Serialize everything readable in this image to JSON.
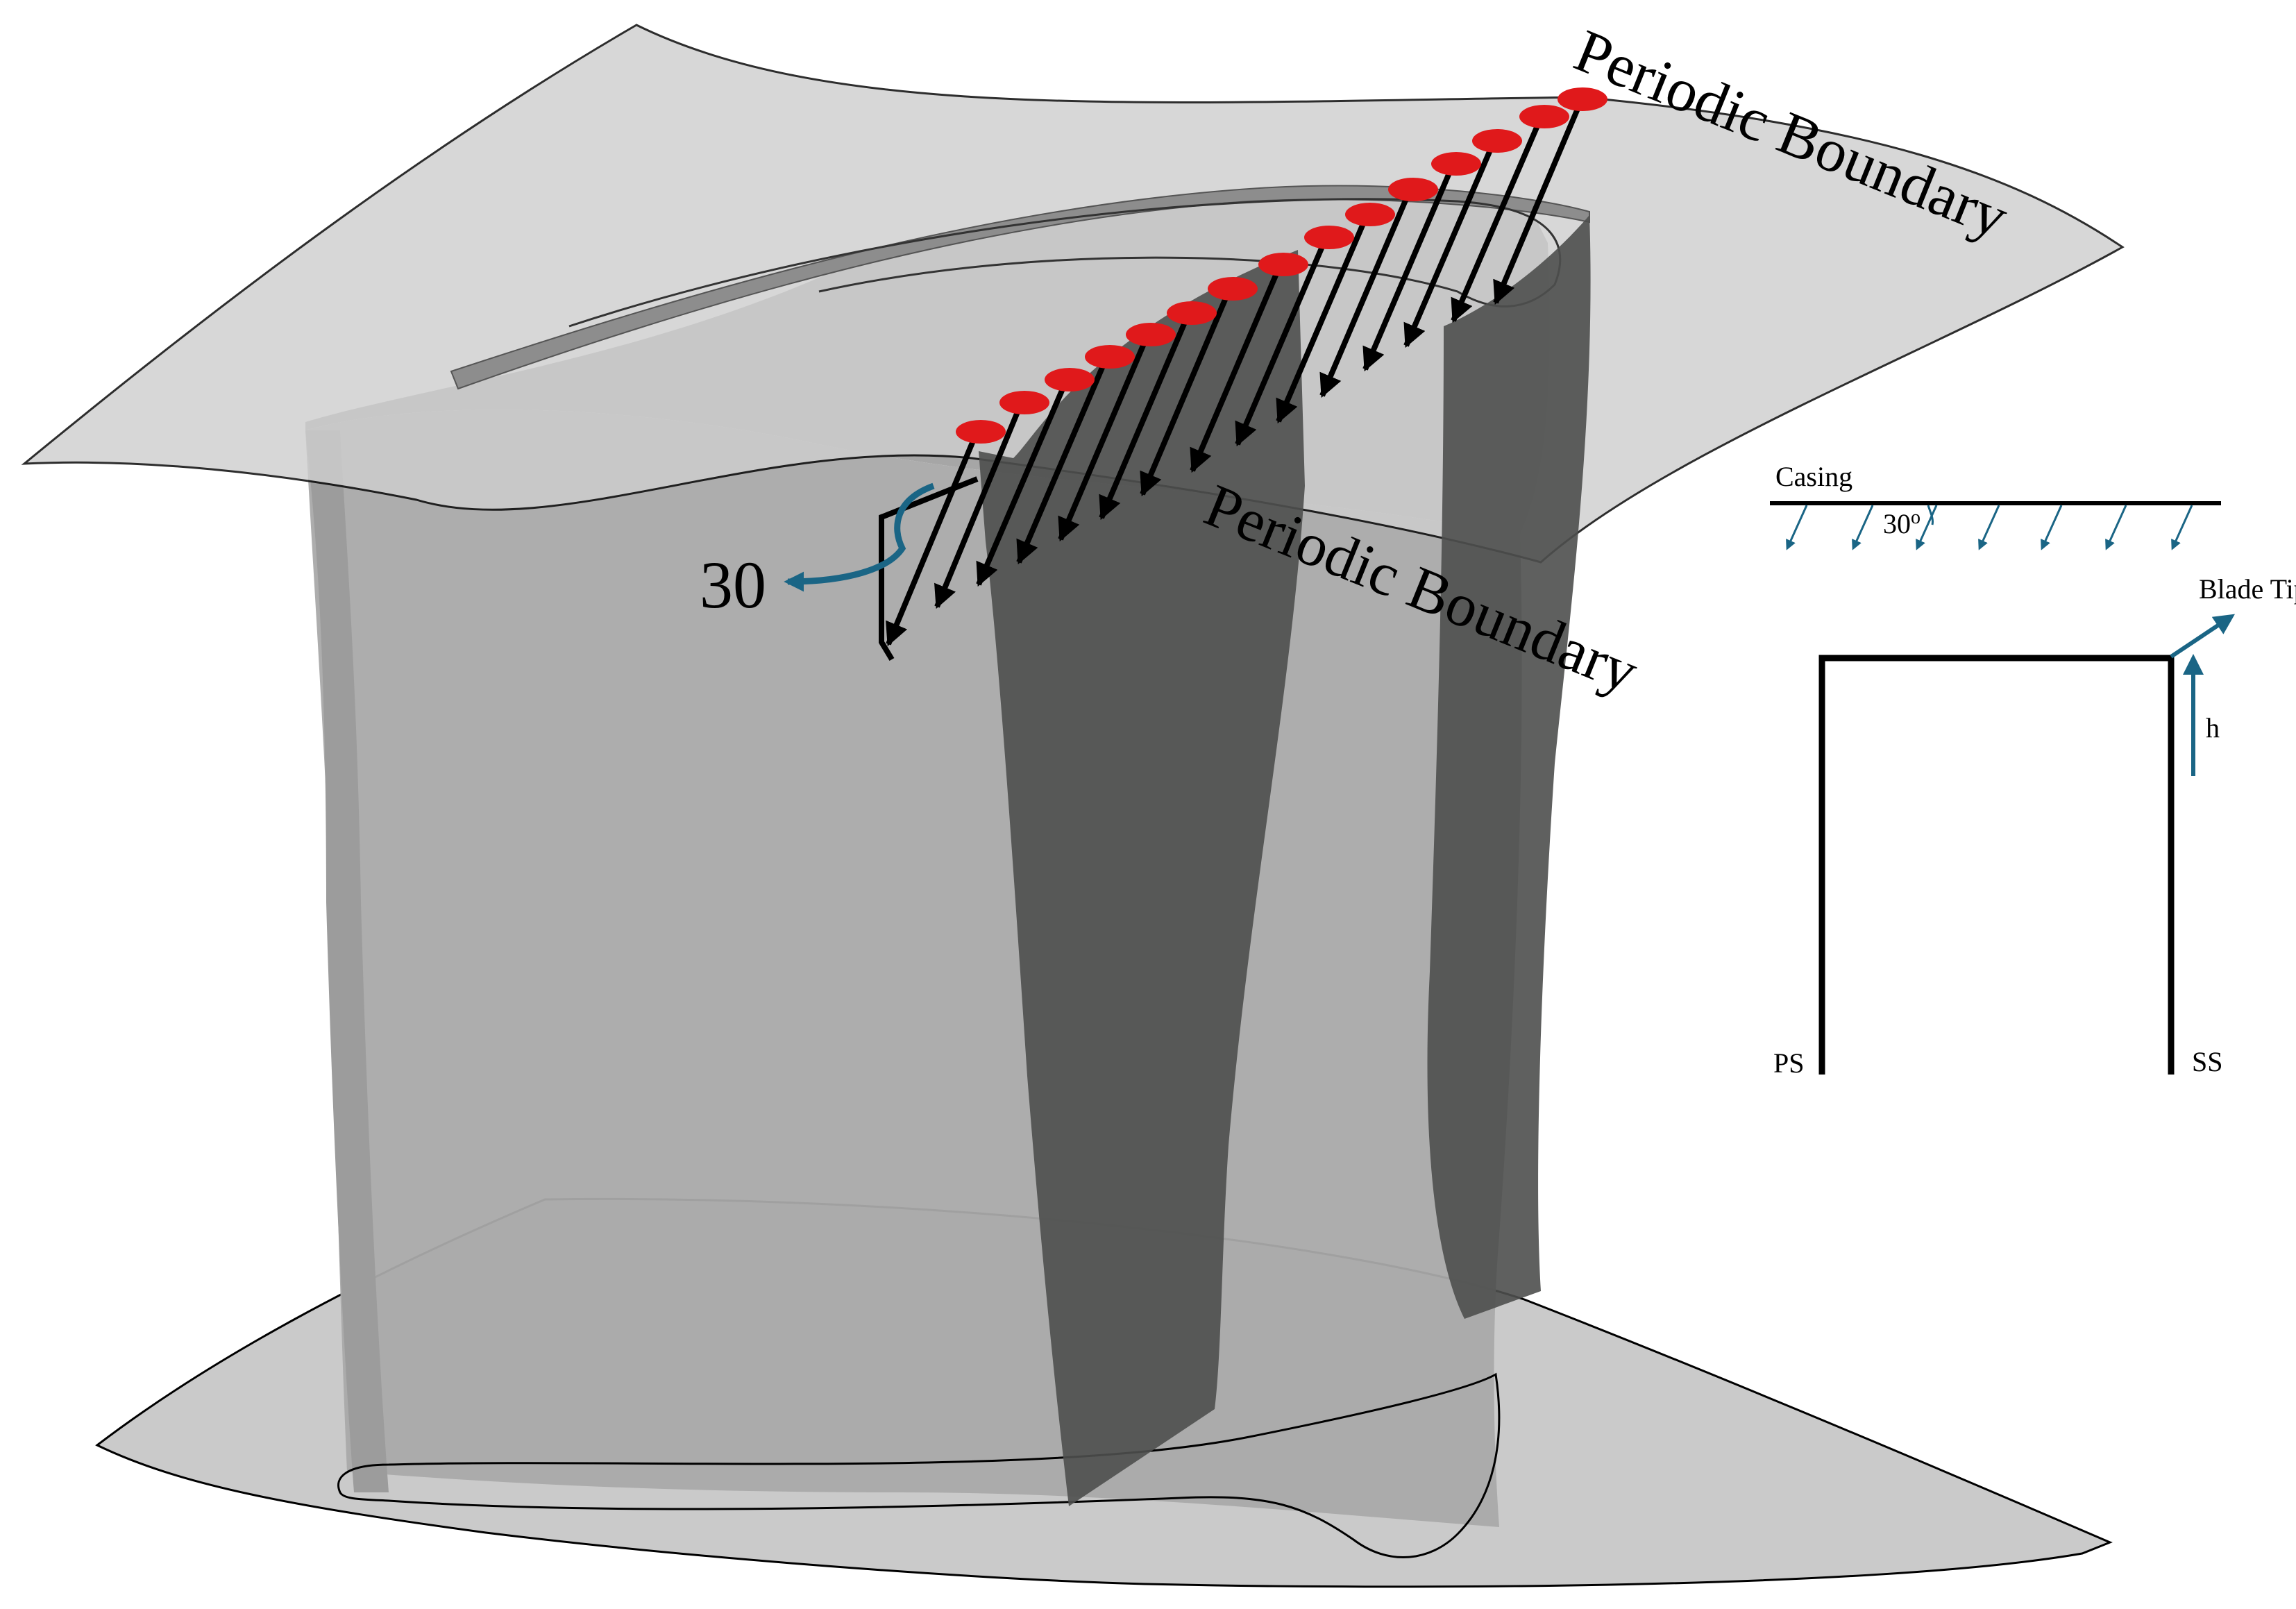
{
  "labels": {
    "periodic_top": "Periodic Boundary",
    "periodic_mid": "Periodic Boundary",
    "angle_value": "30",
    "casing": "Casing",
    "inset_angle": "30",
    "inset_angle_unit": "o",
    "blade_tip": "Blade Tip",
    "height": "h",
    "pressure_side": "PS",
    "suction_side": "SS"
  },
  "colors": {
    "surface_light": "#cacaca",
    "blade_gray": "#a9a9a9",
    "jet_dark": "#4e4f4e",
    "injector_red": "#e0191b",
    "annotation_blue": "#1a6585",
    "line": "#000000"
  },
  "injection": {
    "hole_count": 15,
    "injection_angle_deg": 30
  }
}
